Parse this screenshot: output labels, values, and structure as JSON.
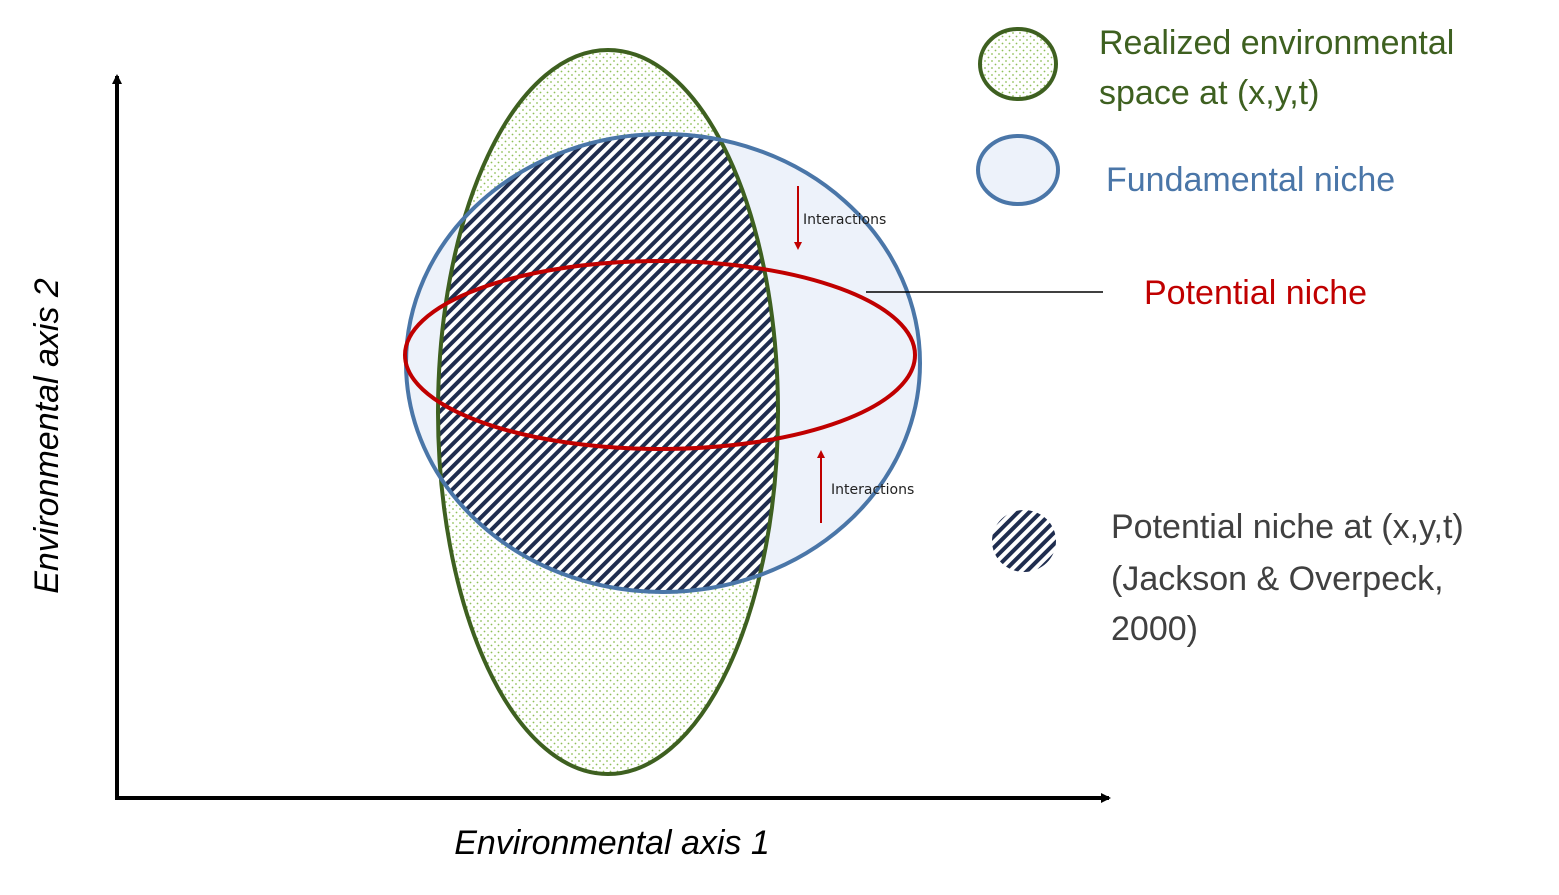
{
  "axes": {
    "x_label": "Environmental axis 1",
    "y_label": "Environmental axis 2"
  },
  "annotations": {
    "interactions_top": "Interactions",
    "interactions_bottom": "Interactions",
    "potential_niche_label": "Potential niche"
  },
  "legend": {
    "realized_line1": "Realized environmental",
    "realized_line2": "space at (x,y,t)",
    "fundamental": "Fundamental niche",
    "potential_xyt_line1": "Potential niche at (x,y,t)",
    "potential_xyt_line2": "(Jackson & Overpeck,",
    "potential_xyt_line3": "2000)"
  },
  "colors": {
    "realized": "#3e6020",
    "fundamental": "#4a76a8",
    "potential": "#c00000",
    "hatch": "#1f2d4f",
    "legend_gray": "#404040",
    "arrow": "#c00000",
    "fundamental_fill": "#edf2fa"
  }
}
